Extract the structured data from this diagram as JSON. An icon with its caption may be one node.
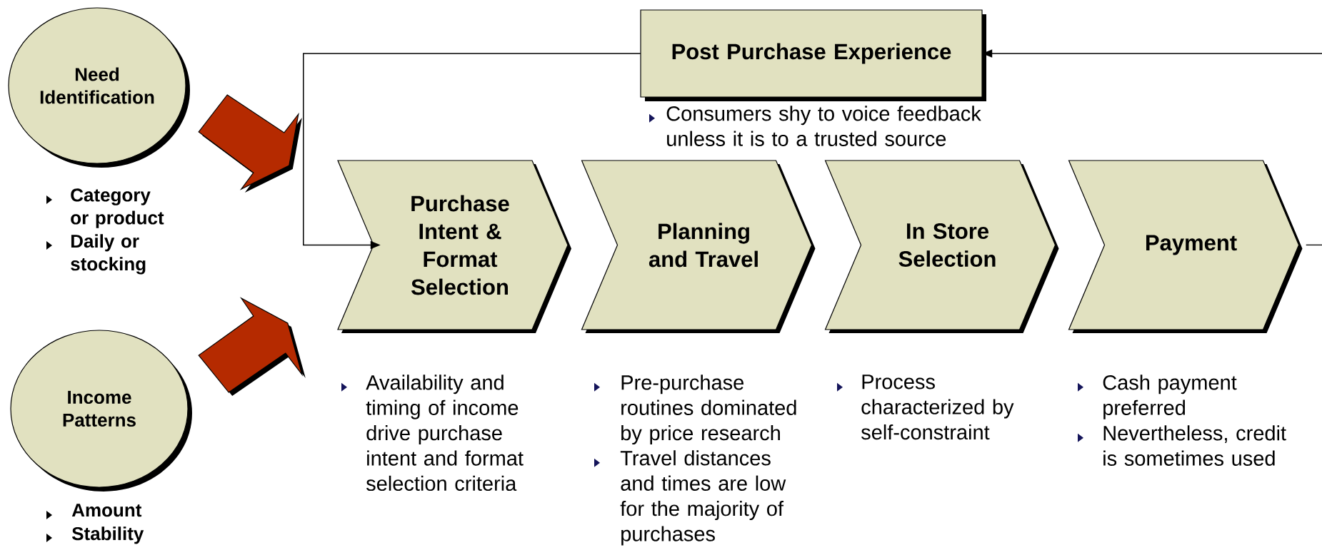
{
  "diagram": {
    "nodes": [
      {
        "text": [
          "Need Identification"
        ],
        "beside": [
          "Category or product",
          "Daily or stocking"
        ]
      },
      {
        "text": [
          "Income Patterns"
        ],
        "beside": [
          "Amount",
          "Stability"
        ]
      },
      {
        "text": [
          "Post Purchase Experience"
        ],
        "beside": [
          "Consumers shy to voice feedback unless it is to a trusted source"
        ]
      },
      {
        "text": [
          "Purchase Intent & Format Selection"
        ],
        "beside": [
          "Availability and timing of income drive purchase intent and format selection criteria"
        ]
      },
      {
        "text": [
          "Planning and Travel"
        ],
        "beside": [
          "Pre-purchase routines dominated by price research",
          "Travel distances and times are low for the majority of purchases"
        ]
      },
      {
        "text": [
          "In Store Selection"
        ],
        "beside": [
          "Process characterized by self-constraint"
        ]
      },
      {
        "text": [
          "Payment"
        ],
        "beside": [
          "Cash payment preferred",
          "Nevertheless, credit is sometimes used"
        ]
      }
    ],
    "edges": [
      {
        "from": 0,
        "to": 3,
        "arrow": "to",
        "color": "#b52a00"
      },
      {
        "from": 1,
        "to": 3,
        "arrow": "to",
        "color": "#b52a00"
      },
      {
        "from": 6,
        "to": 2,
        "arrow": "to"
      },
      {
        "from": 2,
        "to": 3,
        "arrow": "to"
      }
    ]
  }
}
